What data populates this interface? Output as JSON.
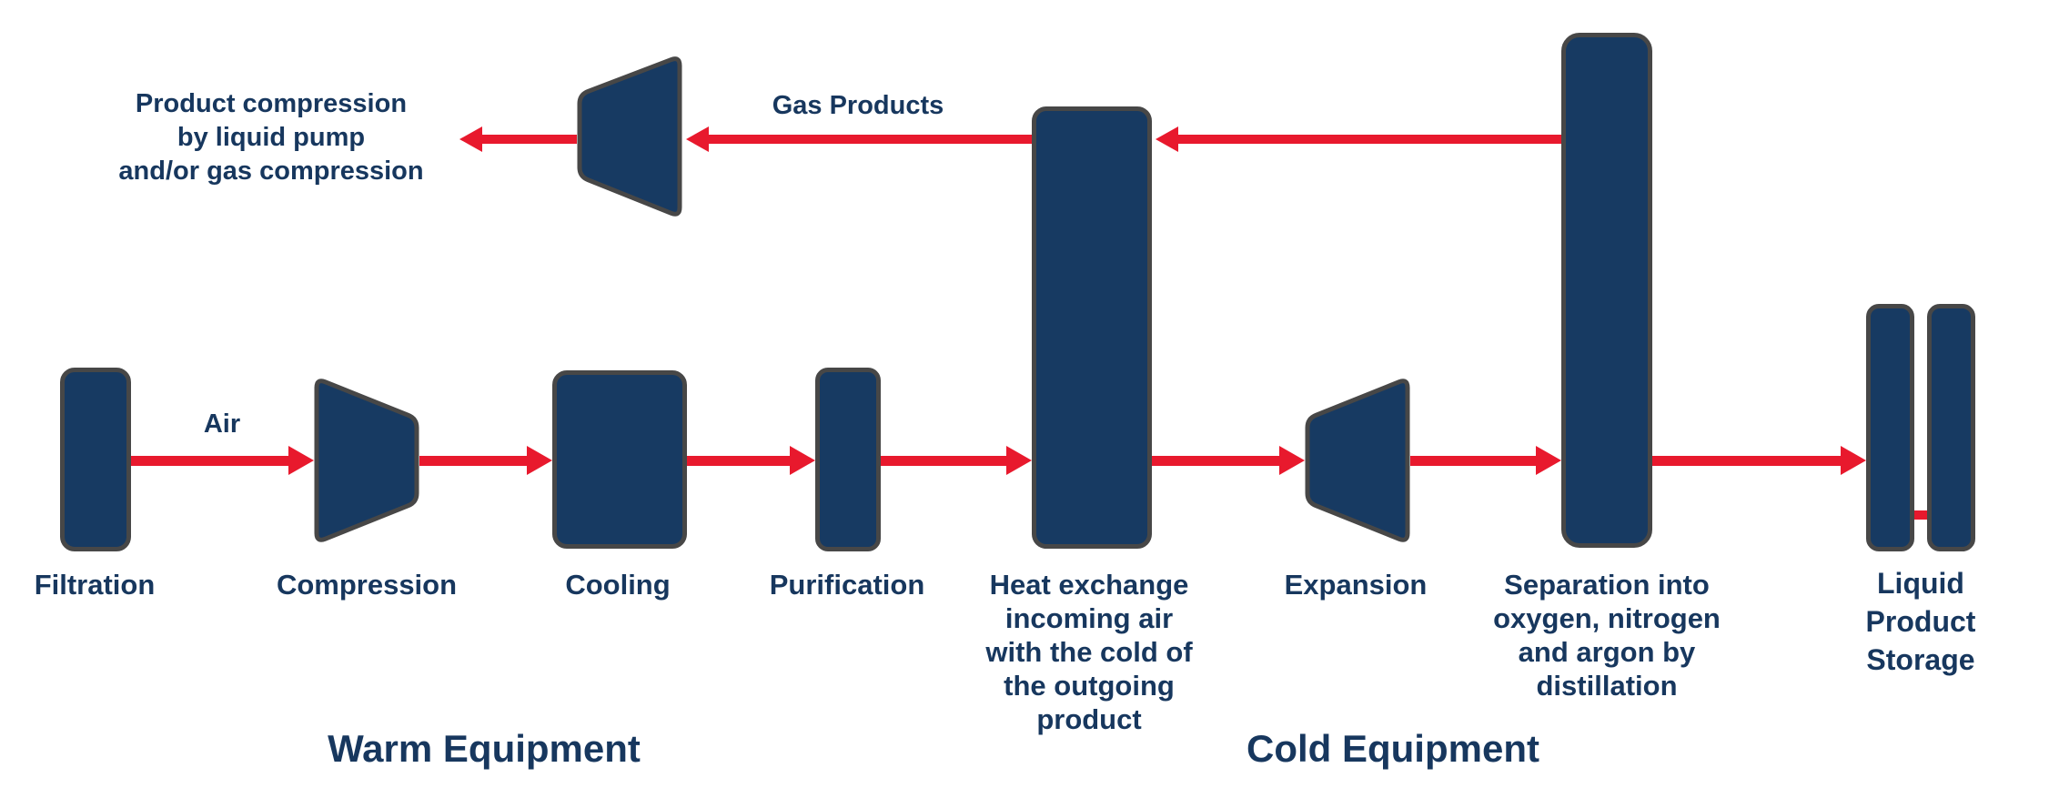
{
  "colors": {
    "shape_fill": "#173a62",
    "shape_stroke": "#474747",
    "arrow_red": "#e8192d",
    "text_navy": "#17375e",
    "background": "#ffffff"
  },
  "flow": {
    "air": "Air",
    "gas_products": "Gas Products",
    "product_compression": "Product compression\nby liquid pump\nand/or gas compression"
  },
  "equipment": {
    "filtration": {
      "label": "Filtration",
      "shape": "vessel"
    },
    "compression": {
      "label": "Compression",
      "shape": "compressor-trapezoid"
    },
    "cooling": {
      "label": "Cooling",
      "shape": "rect"
    },
    "purification": {
      "label": "Purification",
      "shape": "vessel"
    },
    "heat_exchange": {
      "label": "Heat exchange\nincoming air\nwith the cold of\nthe outgoing\nproduct",
      "shape": "tall-rect"
    },
    "expansion": {
      "label": "Expansion",
      "shape": "expander-trapezoid"
    },
    "separation": {
      "label": "Separation into\noxygen, nitrogen\nand argon by\ndistillation",
      "shape": "tall-column"
    },
    "liquid_storage": {
      "label": "Liquid\nProduct\nStorage",
      "shape": "twin-vessels"
    },
    "product_compressor": {
      "label": "",
      "shape": "compressor-trapezoid"
    }
  },
  "sections": {
    "warm": {
      "label": "Warm Equipment"
    },
    "cold": {
      "label": "Cold Equipment"
    }
  }
}
